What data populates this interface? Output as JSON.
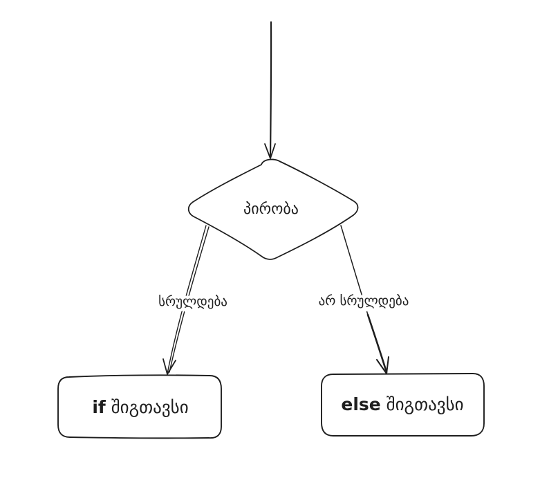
{
  "decision": {
    "label": "პირობა"
  },
  "branches": {
    "true_label": "სრულდება",
    "false_label": "არ სრულდება"
  },
  "if_box": {
    "keyword": "if",
    "rest": " შიგთავსი"
  },
  "else_box": {
    "keyword": "else",
    "rest": " შიგთავსი"
  },
  "colors": {
    "stroke": "#1e1e1e",
    "background": "#ffffff"
  }
}
